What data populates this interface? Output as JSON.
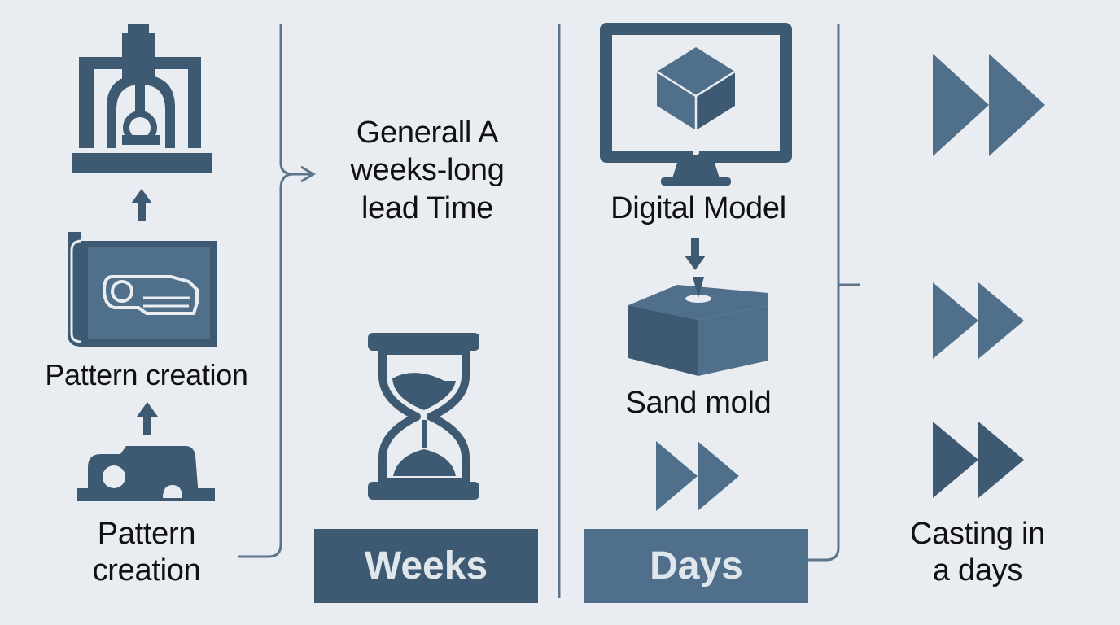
{
  "colors": {
    "background": "#e9edf1",
    "dark": "#3e5a73",
    "mid": "#4f6f8b",
    "line": "#5d748a",
    "text": "#111111",
    "badge_text": "#dfe6ec"
  },
  "traditional": {
    "step_top_icon": "casting-machine-icon",
    "step_mid_label": "Pattern creation",
    "step_mid_icon": "pattern-blueprint-icon",
    "step_bottom_label_line1": "Pattern",
    "step_bottom_label_line2": "creation",
    "step_bottom_icon": "pattern-block-icon",
    "arrow_icon": "arrow-up-icon"
  },
  "lead_time": {
    "line1": "Generall A",
    "line2": "weeks-long",
    "line3": "lead Time",
    "icon": "hourglass-icon",
    "badge": "Weeks"
  },
  "digital": {
    "model_label": "Digital Model",
    "model_icon": "monitor-cube-icon",
    "arrow_icon": "arrow-down-icon",
    "mold_label": "Sand mold",
    "mold_icon": "sand-mold-box-icon",
    "forward_icon": "fast-forward-icon",
    "badge": "Days"
  },
  "result": {
    "line1": "Casting in",
    "line2": "a days",
    "forward_icon": "fast-forward-icon"
  }
}
